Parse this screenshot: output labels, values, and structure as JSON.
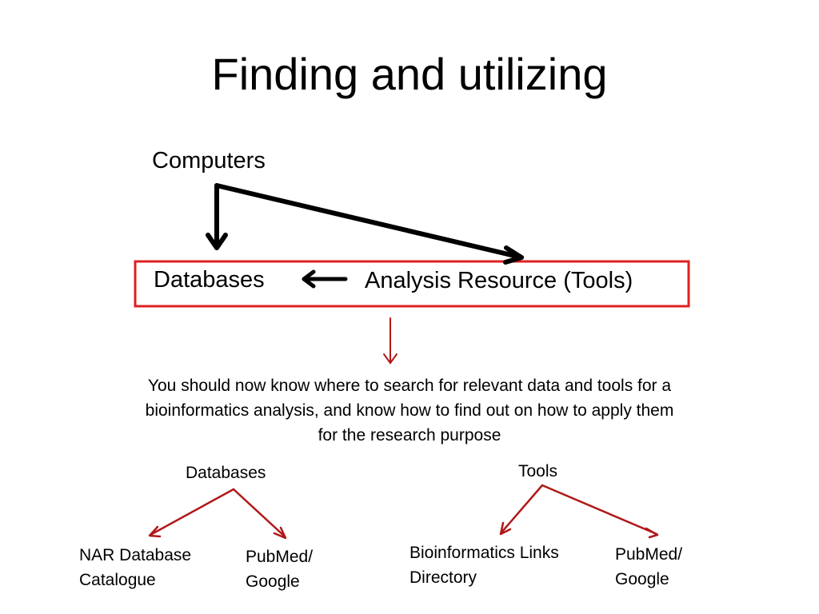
{
  "title": "Finding and utilizing",
  "diagram": {
    "computers": "Computers",
    "databases": "Databases",
    "analysis": "Analysis Resource (Tools)",
    "summary": [
      "You should now know where to search for relevant data and tools for a",
      "bioinformatics analysis, and know how to find out on how to apply them",
      "for the research purpose"
    ]
  },
  "branches": {
    "databases_heading": "Databases",
    "tools_heading": "Tools",
    "nar": [
      "NAR Database",
      "Catalogue"
    ],
    "pubmed_db": [
      "PubMed/",
      "Google"
    ],
    "bioinformatics": [
      "Bioinformatics Links",
      "Directory"
    ],
    "pubmed_tools": [
      "PubMed/",
      "Google"
    ]
  },
  "colors": {
    "box_border": "#e02020",
    "red_arrow": "#b01818",
    "black_arrow": "#000000"
  }
}
